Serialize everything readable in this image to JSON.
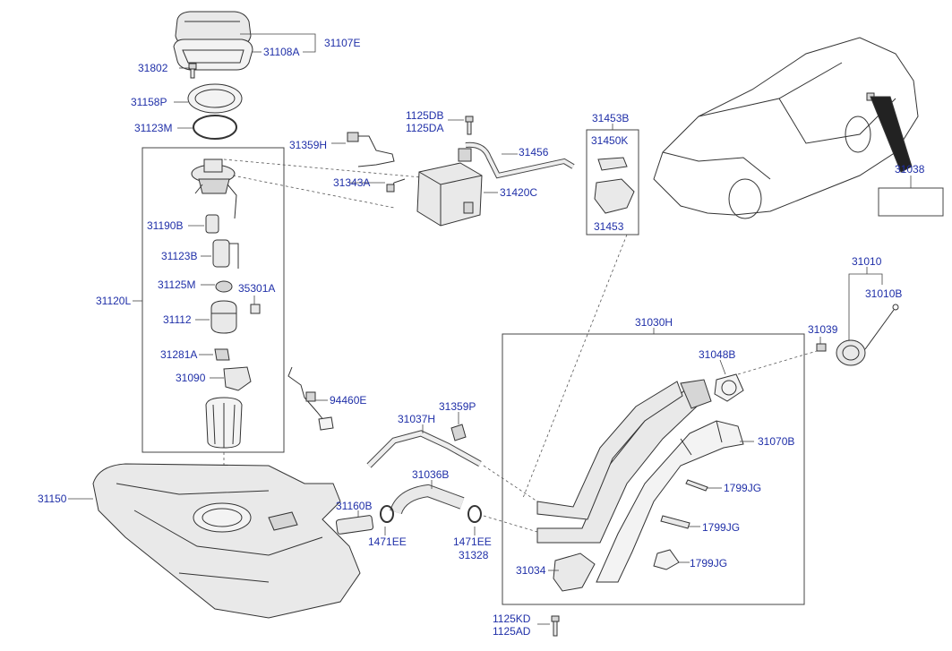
{
  "labels": {
    "p31107E": "31107E",
    "p31108A": "31108A",
    "p31802": "31802",
    "p31158P": "31158P",
    "p31123M": "31123M",
    "p31359H": "31359H",
    "p31343A": "31343A",
    "p1125DB": "1125DB",
    "p1125DA": "1125DA",
    "p31456": "31456",
    "p31420C": "31420C",
    "p31453B": "31453B",
    "p31450K": "31450K",
    "p31453": "31453",
    "p31038": "31038",
    "p31190B": "31190B",
    "p31123B": "31123B",
    "p31125M": "31125M",
    "p35301A": "35301A",
    "p31120L": "31120L",
    "p31112": "31112",
    "p31281A": "31281A",
    "p31090": "31090",
    "p94460E": "94460E",
    "p31010": "31010",
    "p31010B": "31010B",
    "p31030H": "31030H",
    "p31039": "31039",
    "p31048B": "31048B",
    "p31070B": "31070B",
    "p31037H": "31037H",
    "p31359P": "31359P",
    "p31036B": "31036B",
    "p31150": "31150",
    "p31160B": "31160B",
    "p1471EE_a": "1471EE",
    "p1471EE_b": "1471EE",
    "p31328": "31328",
    "p1799JG_a": "1799JG",
    "p1799JG_b": "1799JG",
    "p1799JG_c": "1799JG",
    "p31034": "31034",
    "p1125KD": "1125KD",
    "p1125AD": "1125AD"
  },
  "colors": {
    "label": "#1f2fa8",
    "line": "#333333"
  }
}
